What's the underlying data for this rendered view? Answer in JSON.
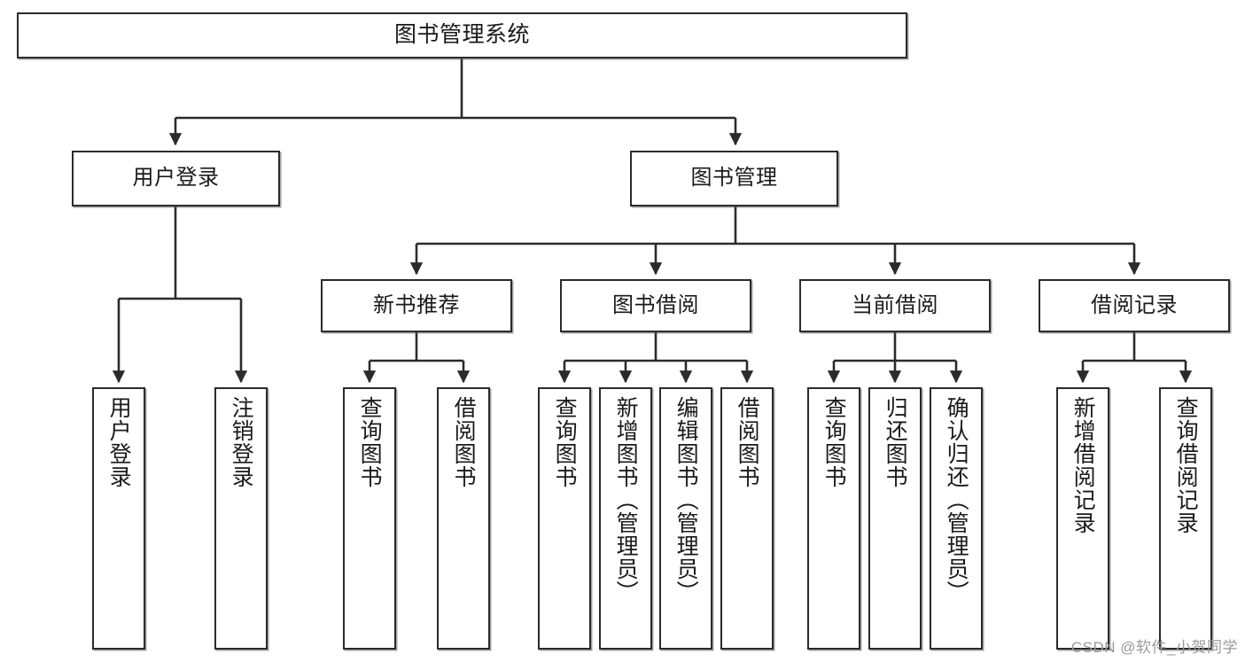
{
  "diagram": {
    "title": "图书管理系统",
    "type": "hierarchy-tree",
    "colors": {
      "box_border": "#2b2b2b",
      "box_fill": "#ffffff",
      "edge": "#2b2b2b",
      "text": "#1a1a1a",
      "watermark": "#9a9a9a"
    },
    "root": {
      "label": "图书管理系统"
    },
    "level2": [
      {
        "label": "用户登录"
      },
      {
        "label": "图书管理"
      }
    ],
    "level3": [
      {
        "label": "新书推荐"
      },
      {
        "label": "图书借阅"
      },
      {
        "label": "当前借阅"
      },
      {
        "label": "借阅记录"
      }
    ],
    "leaves": {
      "user_login": [
        {
          "label": "用户登录"
        },
        {
          "label": "注销登录"
        }
      ],
      "new_book_recommend": [
        {
          "label": "查询图书"
        },
        {
          "label": "借阅图书"
        }
      ],
      "book_borrow": [
        {
          "label": "查询图书"
        },
        {
          "label": "新增图书（管理员）"
        },
        {
          "label": "编辑图书（管理员）"
        },
        {
          "label": "借阅图书"
        }
      ],
      "current_borrow": [
        {
          "label": "查询图书"
        },
        {
          "label": "归还图书"
        },
        {
          "label": "确认归还（管理员）"
        }
      ],
      "borrow_record": [
        {
          "label": "新增借阅记录"
        },
        {
          "label": "查询借阅记录"
        }
      ]
    }
  },
  "watermark": {
    "text": "CSDN @软件_小贺同学"
  }
}
